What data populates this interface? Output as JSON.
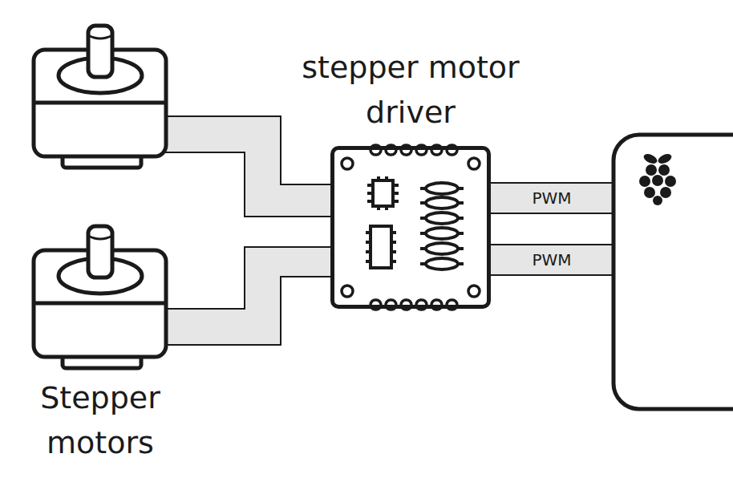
{
  "diagram": {
    "nodes": [
      {
        "text": [
          "stepper motor driver"
        ]
      }
    ],
    "labels": [
      "Stepper motors",
      "PWM",
      "PWM"
    ]
  }
}
